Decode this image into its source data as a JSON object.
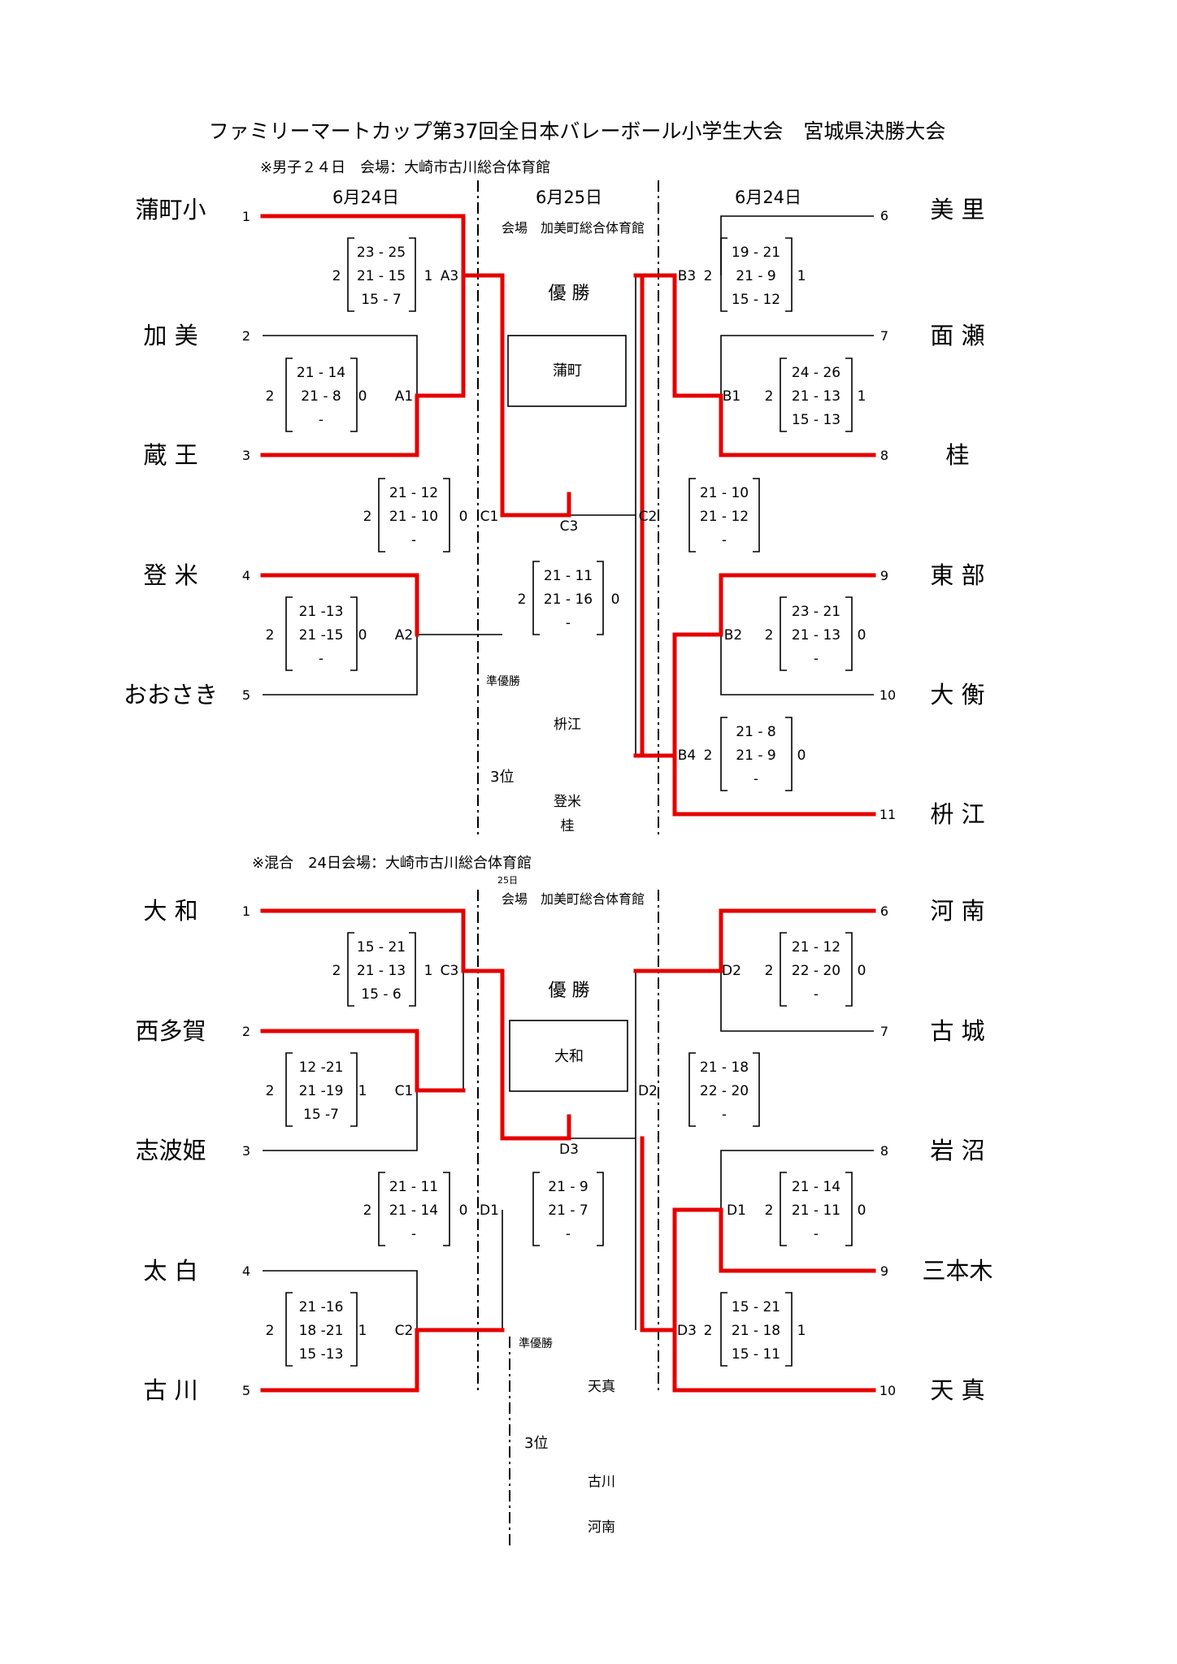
{
  "title": "ファミリーマートカップ第37回全日本バレーボール小学生大会　宮城県決勝大会",
  "boys": {
    "note": "※男子２４日　会場：大崎市古川総合体育館",
    "date_left": "6月24日",
    "date_center": "6月25日",
    "date_right": "6月24日",
    "venue_center": "会場　加美町総合体育館",
    "champion_label": "優 勝",
    "champion": "蒲町",
    "runner_up_label": "準優勝",
    "runner_up": "枡江",
    "third_label": "3位",
    "third_1": "登米",
    "third_2": "桂",
    "teams": [
      {
        "name": "蒲町小",
        "seed": "1"
      },
      {
        "name": "加 美",
        "seed": "2"
      },
      {
        "name": "蔵 王",
        "seed": "3"
      },
      {
        "name": "登 米",
        "seed": "4"
      },
      {
        "name": "おおさき",
        "seed": "5"
      },
      {
        "name": "美 里",
        "seed": "6"
      },
      {
        "name": "面 瀬",
        "seed": "7"
      },
      {
        "name": "桂",
        "seed": "8"
      },
      {
        "name": "東 部",
        "seed": "9"
      },
      {
        "name": "大 衡",
        "seed": "10"
      },
      {
        "name": "枡 江",
        "seed": "11"
      }
    ],
    "matches": [
      {
        "id": "A3",
        "sets": [
          "23 - 25",
          "21 - 15",
          "15 - 7"
        ],
        "win": "2",
        "lose": "1"
      },
      {
        "id": "A1",
        "sets": [
          "21 - 14",
          "21 - 8",
          "-"
        ],
        "win": "2",
        "lose": "0"
      },
      {
        "id": "C1",
        "sets": [
          "21 - 12",
          "21 - 10",
          "-"
        ],
        "win": "2",
        "lose": "0"
      },
      {
        "id": "A2",
        "sets": [
          "21 -13",
          "21 -15",
          "-"
        ],
        "win": "2",
        "lose": "0"
      },
      {
        "id": "C3",
        "sets": [
          "21 - 11",
          "21 - 16",
          "-"
        ],
        "win": "2",
        "lose": "0"
      },
      {
        "id": "B3",
        "sets": [
          "19 - 21",
          "21 - 9",
          "15 - 12"
        ],
        "win": "2",
        "lose": "1"
      },
      {
        "id": "B1",
        "sets": [
          "24 - 26",
          "21 - 13",
          "15 - 13"
        ],
        "win": "2",
        "lose": "1"
      },
      {
        "id": "C2",
        "sets": [
          "21 - 10",
          "21 - 12",
          "-"
        ],
        "win": "",
        "lose": ""
      },
      {
        "id": "B2",
        "sets": [
          "23 - 21",
          "21 - 13",
          "-"
        ],
        "win": "2",
        "lose": "0"
      },
      {
        "id": "B4",
        "sets": [
          "21 - 8",
          "21 - 9",
          "-"
        ],
        "win": "2",
        "lose": "0"
      }
    ]
  },
  "mixed": {
    "note": "※混合　24日会場：大崎市古川総合体育館",
    "day_small": "25日",
    "venue_center": "会場　加美町総合体育館",
    "champion_label": "優 勝",
    "champion": "大和",
    "runner_up_label": "準優勝",
    "runner_up": "天真",
    "third_label": "3位",
    "third_1": "古川",
    "third_2": "河南",
    "teams": [
      {
        "name": "大 和",
        "seed": "1"
      },
      {
        "name": "西多賀",
        "seed": "2"
      },
      {
        "name": "志波姫",
        "seed": "3"
      },
      {
        "name": "太 白",
        "seed": "4"
      },
      {
        "name": "古 川",
        "seed": "5"
      },
      {
        "name": "河 南",
        "seed": "6"
      },
      {
        "name": "古 城",
        "seed": "7"
      },
      {
        "name": "岩 沼",
        "seed": "8"
      },
      {
        "name": "三本木",
        "seed": "9"
      },
      {
        "name": "天 真",
        "seed": "10"
      }
    ],
    "matches": [
      {
        "id": "C3",
        "sets": [
          "15 - 21",
          "21 - 13",
          "15 - 6"
        ],
        "win": "2",
        "lose": "1"
      },
      {
        "id": "C1",
        "sets": [
          "12 -21",
          "21 -19",
          "15 -7"
        ],
        "win": "2",
        "lose": "1"
      },
      {
        "id": "D1",
        "sets": [
          "21 - 11",
          "21 - 14",
          "-"
        ],
        "win": "2",
        "lose": "0"
      },
      {
        "id": "C2",
        "sets": [
          "21 -16",
          "18 -21",
          "15 -13"
        ],
        "win": "2",
        "lose": "1"
      },
      {
        "id": "D3",
        "sets": [
          "21 - 9",
          "21 - 7",
          "-"
        ],
        "win": "",
        "lose": ""
      },
      {
        "id": "D2",
        "sets": [
          "21 - 12",
          "22 - 20",
          "-"
        ],
        "win": "2",
        "lose": "0"
      },
      {
        "id": "D2",
        "sets": [
          "21 - 18",
          "22 - 20",
          "-"
        ],
        "win": "",
        "lose": ""
      },
      {
        "id": "D1",
        "sets": [
          "21 - 14",
          "21 - 11",
          "-"
        ],
        "win": "2",
        "lose": "0"
      },
      {
        "id": "D3",
        "sets": [
          "15 - 21",
          "21 - 18",
          "15 - 11"
        ],
        "win": "2",
        "lose": "1"
      }
    ]
  }
}
